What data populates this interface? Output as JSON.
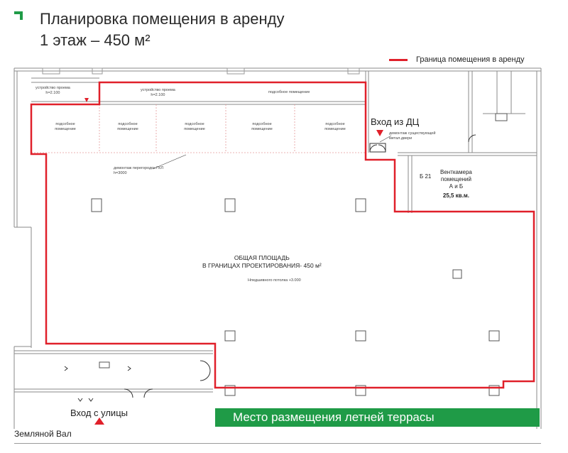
{
  "header": {
    "title_line1": "Планировка помещения в аренду",
    "title_line2": "1 этаж – 450 м²"
  },
  "legend": {
    "label": "Граница помещения в аренду"
  },
  "colors": {
    "boundary": "#e0202a",
    "accent": "#1f9b47",
    "wall": "#8a8a8a"
  },
  "labels": {
    "entrance_dc": "Вход из ДЦ",
    "entrance_street": "Вход с улицы",
    "vent_room_line1": "Венткамера",
    "vent_room_line2": "помещений",
    "vent_room_line3": "А и Б",
    "vent_room_area": "25,5 кв.м.",
    "room_code": "Б 21",
    "total_area_line1": "ОБЩАЯ ПЛОЩАДЬ",
    "total_area_line2": "В ГРАНИЦАХ ПРОЕКТИРОВАНИЯ- 450 м²",
    "floor_level": "Нпедшивного потолка +3.000",
    "terrace": "Место размещения летней террасы",
    "street": "Земляной Вал"
  },
  "small_notes": {
    "opening_left_line1": "устройство проема",
    "opening_left_line2": "h=2.100",
    "opening_mid_line1": "устройство проема",
    "opening_mid_line2": "h=2.100",
    "utility_top": "подсобное помещение",
    "utility_rooms": [
      "подсобное помещение",
      "подсобное помещение",
      "подсобное помещение",
      "подсобное помещение",
      "подсобное помещение"
    ],
    "partition_line1": "демонтаж перегородок ГКЛ",
    "partition_line2": "h=3000",
    "door_note_line1": "демонтаж существующей",
    "door_note_line2": "метал.двери"
  }
}
